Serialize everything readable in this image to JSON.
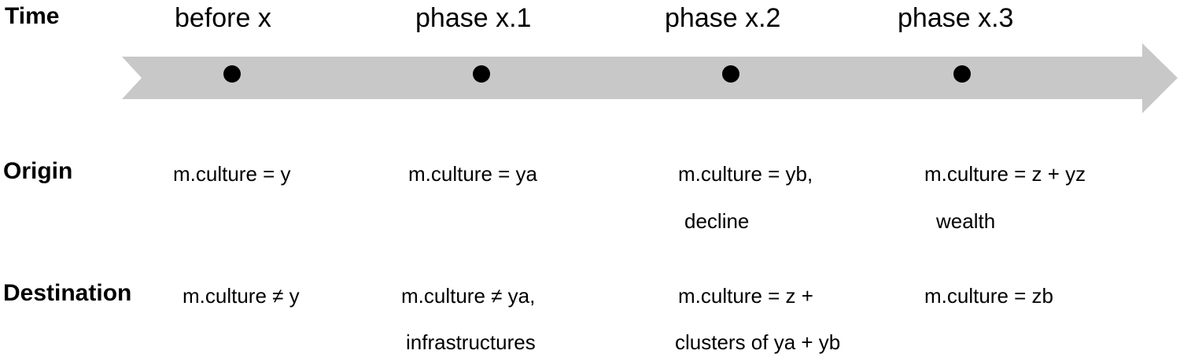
{
  "rows": {
    "time": "Time",
    "origin": "Origin",
    "destination": "Destination"
  },
  "phases": [
    "before x",
    "phase x.1",
    "phase x.2",
    "phase x.3"
  ],
  "origin": [
    [
      "m.culture = y"
    ],
    [
      "m.culture = ya"
    ],
    [
      "m.culture = yb,",
      "decline"
    ],
    [
      "m.culture = z + yz",
      "wealth"
    ]
  ],
  "destination": [
    [
      "m.culture ≠ y"
    ],
    [
      "m.culture ≠ ya,",
      "infrastructures"
    ],
    [
      "m.culture = z +",
      "clusters of ya + yb"
    ],
    [
      "m.culture = zb"
    ]
  ],
  "colors": {
    "arrow": "#c8c8c8",
    "marker": "#000000"
  }
}
